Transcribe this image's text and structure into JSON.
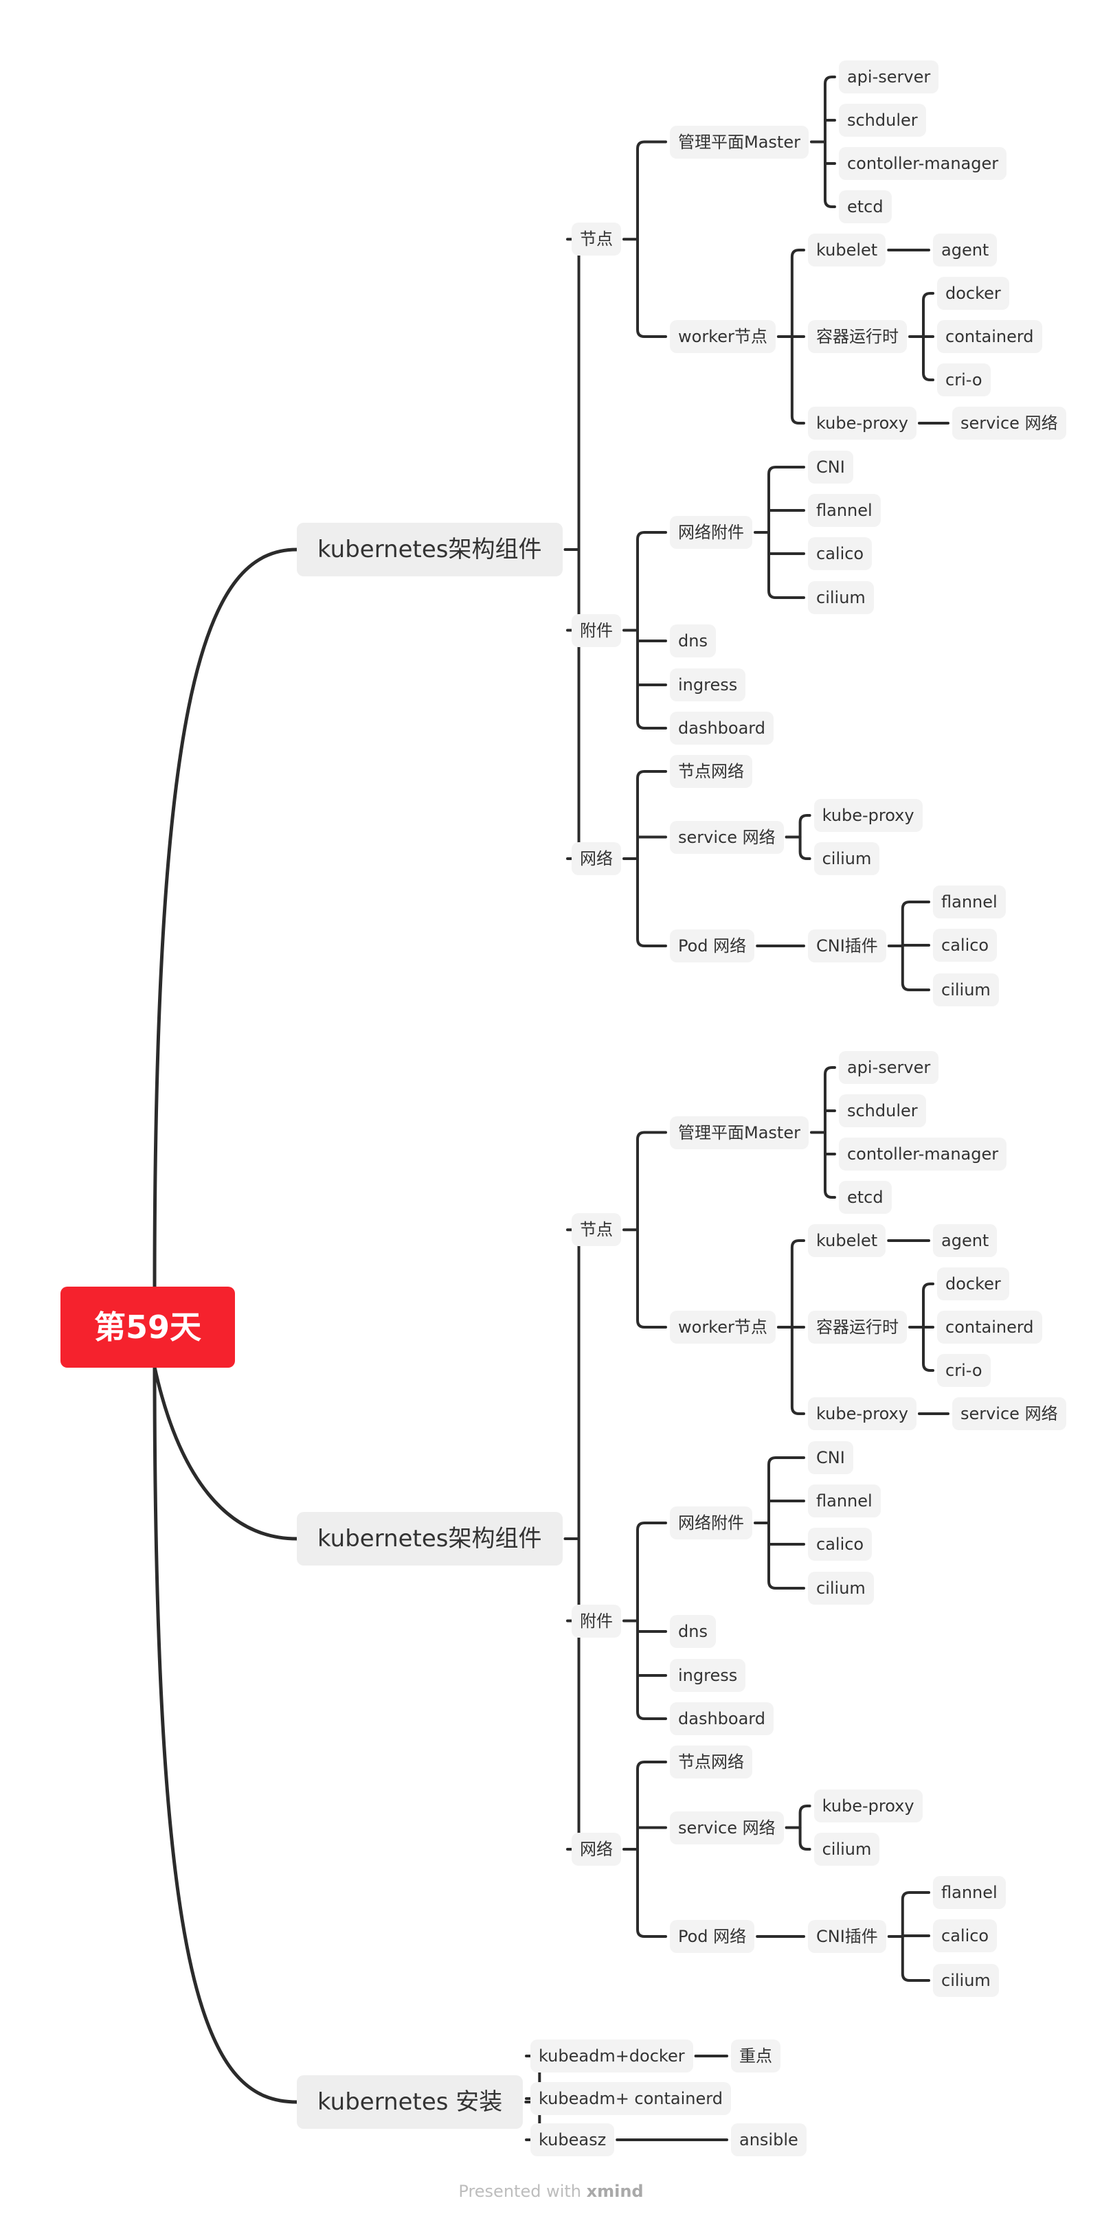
{
  "root": "第59天",
  "branches": [
    {
      "label": "kubernetes架构组件",
      "children": [
        {
          "label": "节点",
          "children": [
            {
              "label": "管理平面Master",
              "children": [
                {
                  "label": "api-server"
                },
                {
                  "label": "schduler"
                },
                {
                  "label": "contoller-manager"
                },
                {
                  "label": "etcd"
                }
              ]
            },
            {
              "label": "worker节点",
              "children": [
                {
                  "label": "kubelet",
                  "children": [
                    {
                      "label": "agent"
                    }
                  ]
                },
                {
                  "label": "容器运行时",
                  "children": [
                    {
                      "label": "docker"
                    },
                    {
                      "label": "containerd"
                    },
                    {
                      "label": "cri-o"
                    }
                  ]
                },
                {
                  "label": "kube-proxy",
                  "children": [
                    {
                      "label": "service 网络"
                    }
                  ]
                }
              ]
            }
          ]
        },
        {
          "label": "附件",
          "children": [
            {
              "label": "网络附件",
              "children": [
                {
                  "label": "CNI"
                },
                {
                  "label": "flannel"
                },
                {
                  "label": "calico"
                },
                {
                  "label": "cilium"
                }
              ]
            },
            {
              "label": "dns"
            },
            {
              "label": "ingress"
            },
            {
              "label": "dashboard"
            }
          ]
        },
        {
          "label": "网络",
          "children": [
            {
              "label": "节点网络"
            },
            {
              "label": "service 网络",
              "children": [
                {
                  "label": "kube-proxy"
                },
                {
                  "label": "cilium"
                }
              ]
            },
            {
              "label": "Pod 网络",
              "children": [
                {
                  "label": "CNI插件",
                  "children": [
                    {
                      "label": "flannel"
                    },
                    {
                      "label": "calico"
                    },
                    {
                      "label": "cilium"
                    }
                  ]
                }
              ]
            }
          ]
        }
      ]
    },
    {
      "label": "kubernetes架构组件",
      "children": [
        {
          "label": "节点",
          "children": [
            {
              "label": "管理平面Master",
              "children": [
                {
                  "label": "api-server"
                },
                {
                  "label": "schduler"
                },
                {
                  "label": "contoller-manager"
                },
                {
                  "label": "etcd"
                }
              ]
            },
            {
              "label": "worker节点",
              "children": [
                {
                  "label": "kubelet",
                  "children": [
                    {
                      "label": "agent"
                    }
                  ]
                },
                {
                  "label": "容器运行时",
                  "children": [
                    {
                      "label": "docker"
                    },
                    {
                      "label": "containerd"
                    },
                    {
                      "label": "cri-o"
                    }
                  ]
                },
                {
                  "label": "kube-proxy",
                  "children": [
                    {
                      "label": "service 网络"
                    }
                  ]
                }
              ]
            }
          ]
        },
        {
          "label": "附件",
          "children": [
            {
              "label": "网络附件",
              "children": [
                {
                  "label": "CNI"
                },
                {
                  "label": "flannel"
                },
                {
                  "label": "calico"
                },
                {
                  "label": "cilium"
                }
              ]
            },
            {
              "label": "dns"
            },
            {
              "label": "ingress"
            },
            {
              "label": "dashboard"
            }
          ]
        },
        {
          "label": "网络",
          "children": [
            {
              "label": "节点网络"
            },
            {
              "label": "service 网络",
              "children": [
                {
                  "label": "kube-proxy"
                },
                {
                  "label": "cilium"
                }
              ]
            },
            {
              "label": "Pod 网络",
              "children": [
                {
                  "label": "CNI插件",
                  "children": [
                    {
                      "label": "flannel"
                    },
                    {
                      "label": "calico"
                    },
                    {
                      "label": "cilium"
                    }
                  ]
                }
              ]
            }
          ]
        }
      ]
    },
    {
      "label": "kubernetes 安装",
      "children": [
        {
          "label": "kubeadm+docker",
          "children": [
            {
              "label": "重点"
            }
          ]
        },
        {
          "label": "kubeadm+ containerd"
        },
        {
          "label": "kubeasz",
          "children": [
            {
              "label": "ansible"
            }
          ]
        }
      ]
    }
  ],
  "footer": {
    "prefix": "Presented with",
    "brand": "xmind"
  },
  "colors": {
    "root_bg": "#F5222D",
    "line": "#2B2B2B",
    "node_bg": "#F3F3F3",
    "text": "#333333"
  }
}
